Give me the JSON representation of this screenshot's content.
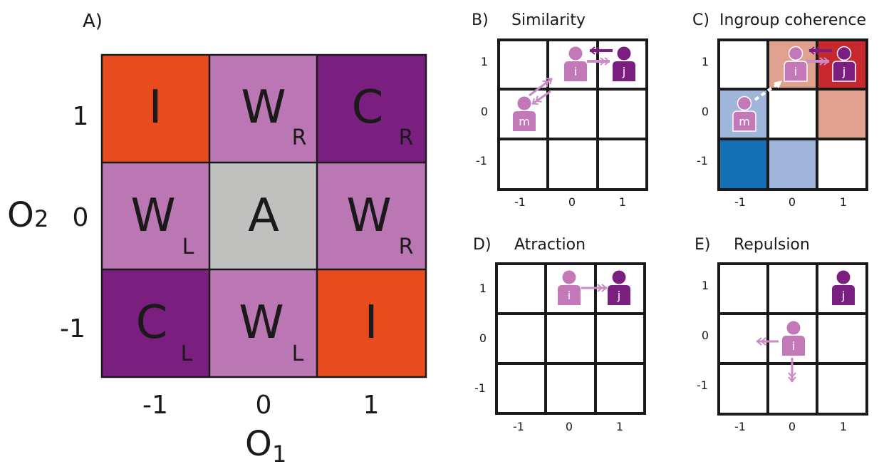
{
  "colors": {
    "orange": "#e84c1e",
    "light_purple": "#bb77b3",
    "dark_purple": "#7a1e80",
    "gray": "#c0c0be",
    "salmon": "#e0a18f",
    "crimson": "#c7282d",
    "pale_blue": "#a0b5da",
    "blue": "#1670b5",
    "person_light": "#c379b8",
    "person_dark": "#7a1e80",
    "arrow_light": "#cc8bc4",
    "arrow_dark": "#7a1e80"
  },
  "panel_a": {
    "label": "A)",
    "x_axis": {
      "main": "O",
      "sub": "1"
    },
    "y_axis": {
      "main": "O",
      "sub": "2"
    },
    "x_ticks": [
      "-1",
      "0",
      "1"
    ],
    "y_ticks": [
      "1",
      "0",
      "-1"
    ],
    "cells": [
      {
        "main": "I",
        "sub": "",
        "color": "orange"
      },
      {
        "main": "W",
        "sub": "R",
        "color": "light_purple"
      },
      {
        "main": "C",
        "sub": "R",
        "color": "dark_purple"
      },
      {
        "main": "W",
        "sub": "L",
        "color": "light_purple"
      },
      {
        "main": "A",
        "sub": "",
        "color": "gray"
      },
      {
        "main": "W",
        "sub": "R",
        "color": "light_purple"
      },
      {
        "main": "C",
        "sub": "L",
        "color": "dark_purple"
      },
      {
        "main": "W",
        "sub": "L",
        "color": "light_purple"
      },
      {
        "main": "I",
        "sub": "",
        "color": "orange"
      }
    ]
  },
  "panel_b": {
    "label": "B)",
    "title": "Similarity",
    "x_ticks": [
      "-1",
      "0",
      "1"
    ],
    "y_ticks": [
      "1",
      "0",
      "-1"
    ],
    "people": {
      "i": "i",
      "j": "j",
      "m": "m"
    }
  },
  "panel_c": {
    "label": "C)",
    "title": "Ingroup coherence",
    "x_ticks": [
      "-1",
      "0",
      "1"
    ],
    "y_ticks": [
      "1",
      "0",
      "-1"
    ],
    "cell_colors": [
      "white",
      "salmon",
      "crimson",
      "pale_blue",
      "white",
      "salmon",
      "blue",
      "pale_blue",
      "white"
    ],
    "people": {
      "i": "i",
      "j": "j",
      "m": "m"
    }
  },
  "panel_d": {
    "label": "D)",
    "title": "Atraction",
    "x_ticks": [
      "-1",
      "0",
      "1"
    ],
    "y_ticks": [
      "1",
      "0",
      "-1"
    ],
    "people": {
      "i": "i",
      "j": "j"
    }
  },
  "panel_e": {
    "label": "E)",
    "title": "Repulsion",
    "x_ticks": [
      "-1",
      "0",
      "1"
    ],
    "y_ticks": [
      "1",
      "0",
      "-1"
    ],
    "people": {
      "i": "i",
      "j": "j"
    }
  }
}
